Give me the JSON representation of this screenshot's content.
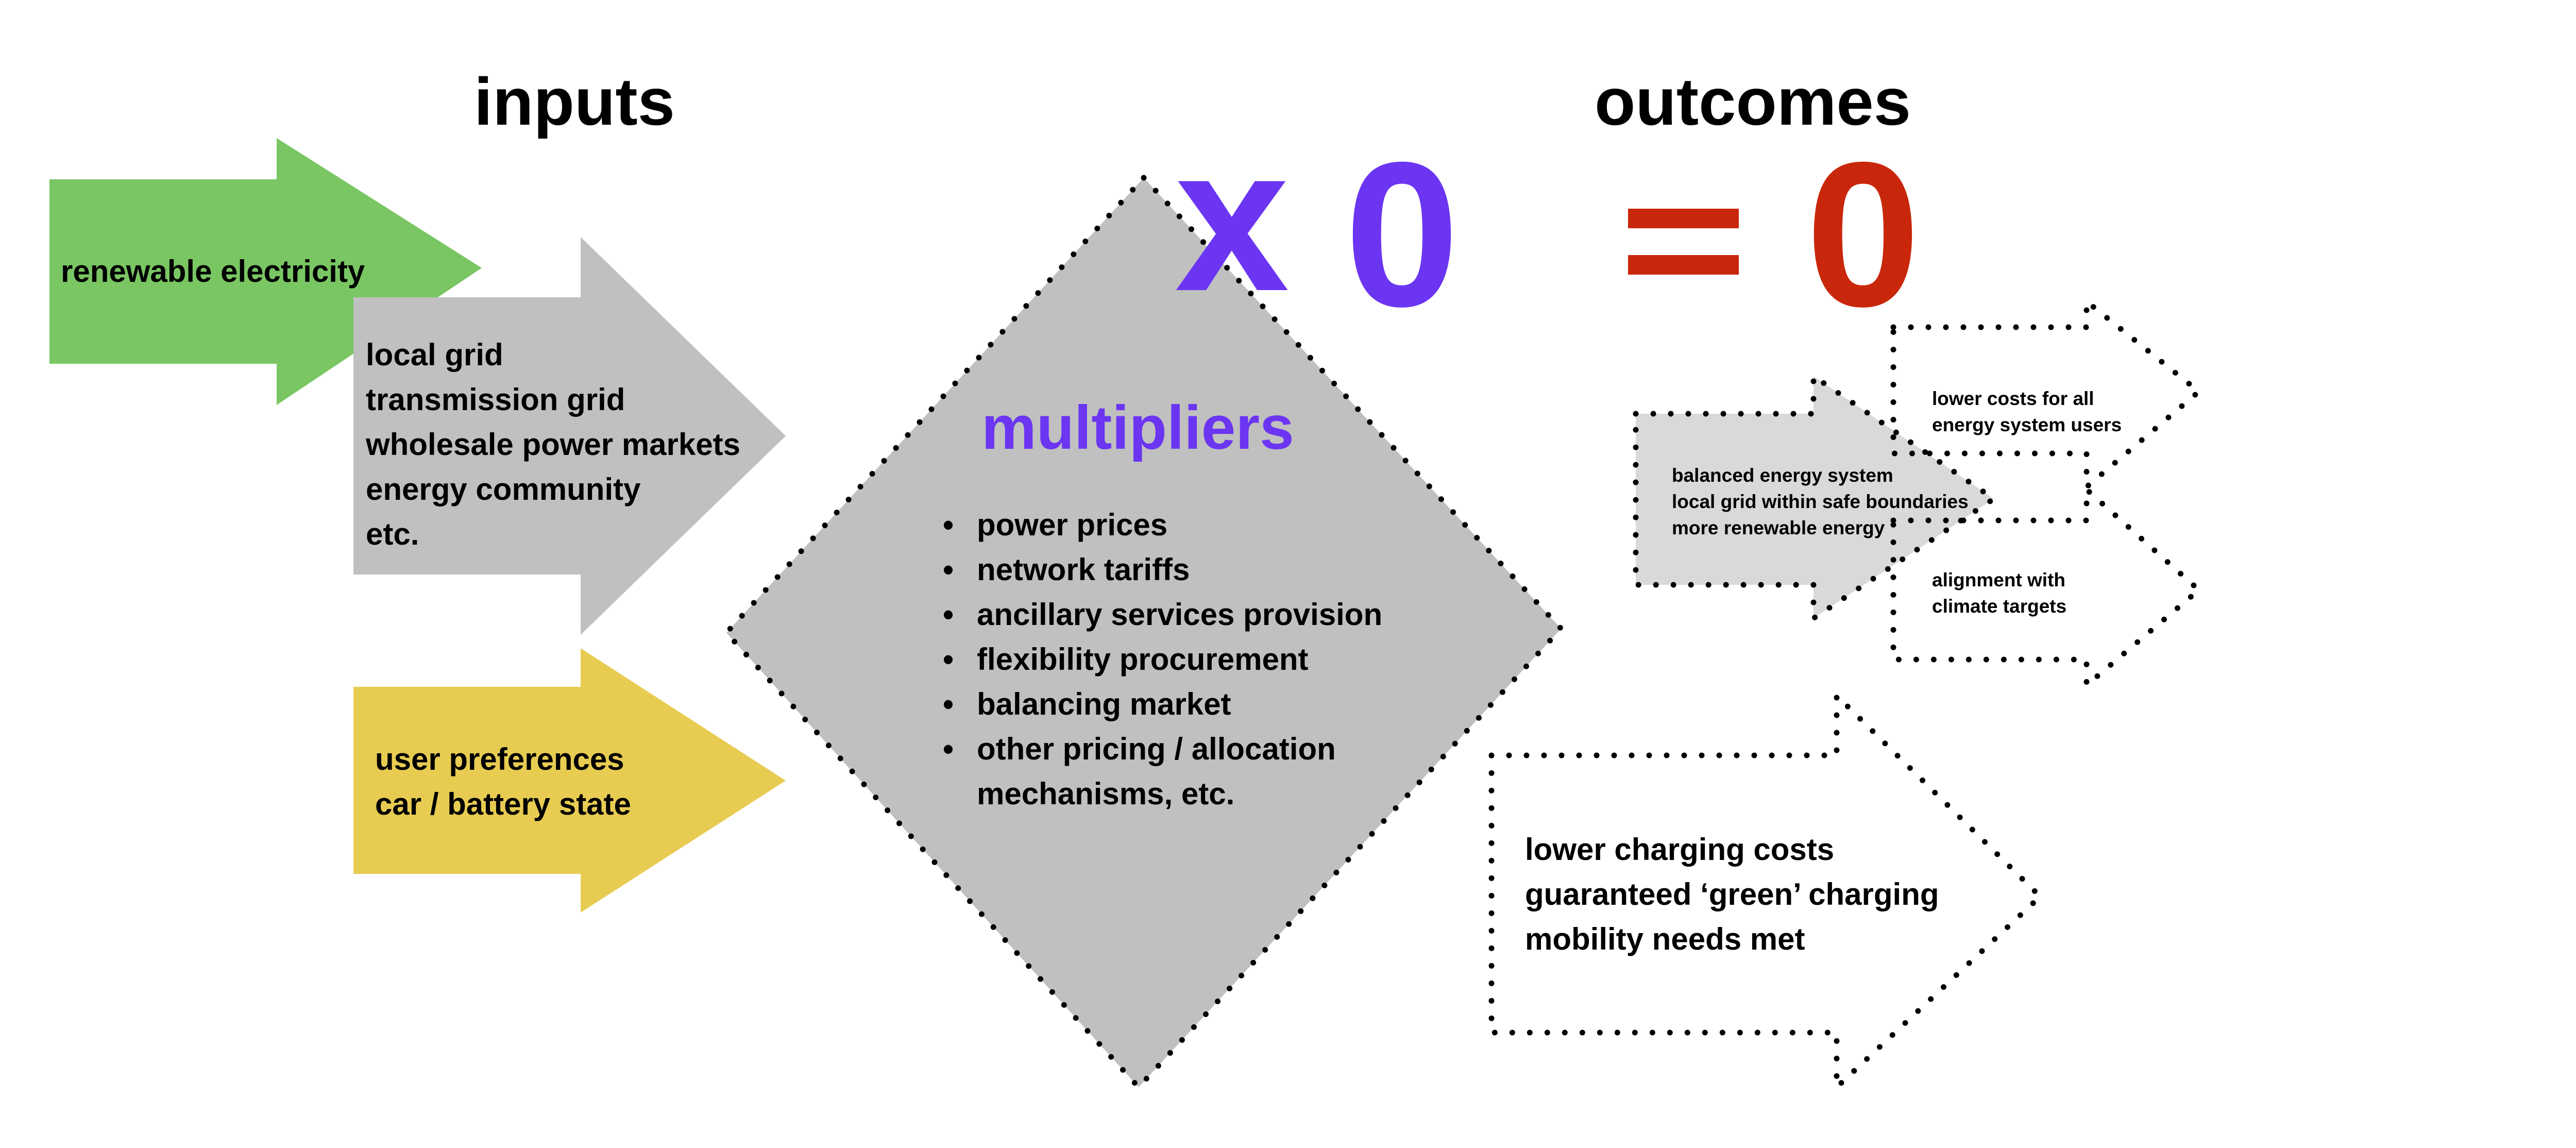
{
  "headings": {
    "inputs": "inputs",
    "outcomes": "outcomes"
  },
  "equation": {
    "times": "x",
    "multiplier_value": "0",
    "equals": "=",
    "result": "0"
  },
  "inputs": {
    "renewable": {
      "lines": [
        "renewable electricity"
      ]
    },
    "grid": {
      "lines": [
        "local grid",
        "transmission grid",
        "wholesale power markets",
        "energy community",
        "etc."
      ]
    },
    "user": {
      "lines": [
        "user preferences",
        "car / battery state"
      ]
    }
  },
  "multipliers": {
    "title": "multipliers",
    "bullet": "•",
    "items": [
      "power prices",
      "network tariffs",
      "ancillary services provision",
      "flexibility procurement",
      "balancing market",
      "other pricing / allocation",
      "mechanisms, etc."
    ]
  },
  "outcomes": {
    "system": {
      "lines": [
        "balanced energy system",
        "local grid within safe boundaries",
        "more renewable energy"
      ]
    },
    "costs": {
      "lines": [
        "lower costs for all",
        "energy system users"
      ]
    },
    "climate": {
      "lines": [
        "alignment with",
        "climate targets"
      ]
    },
    "user": {
      "lines": [
        "lower charging costs",
        "guaranteed ‘green’ charging",
        "mobility needs met"
      ]
    }
  },
  "colors": {
    "green": "#79C663",
    "grey": "#C0C0C0",
    "yellow": "#E8CC52",
    "light_grey": "#D9D9D9",
    "purple": "#6B35F2",
    "red": "#C9270B",
    "dots": "#000000"
  }
}
